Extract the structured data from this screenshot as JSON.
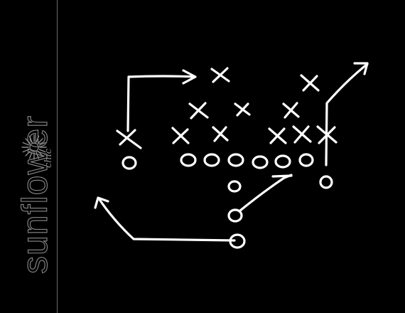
{
  "brand": {
    "name": "sunflower",
    "script": "chic"
  },
  "colors": {
    "background": "#000000",
    "chalk": "#ffffff",
    "brand_gray": "#8a8a8a",
    "divider": "#6b6b6b"
  },
  "playbook": {
    "defense_marker": "X",
    "offense_marker": "O"
  }
}
